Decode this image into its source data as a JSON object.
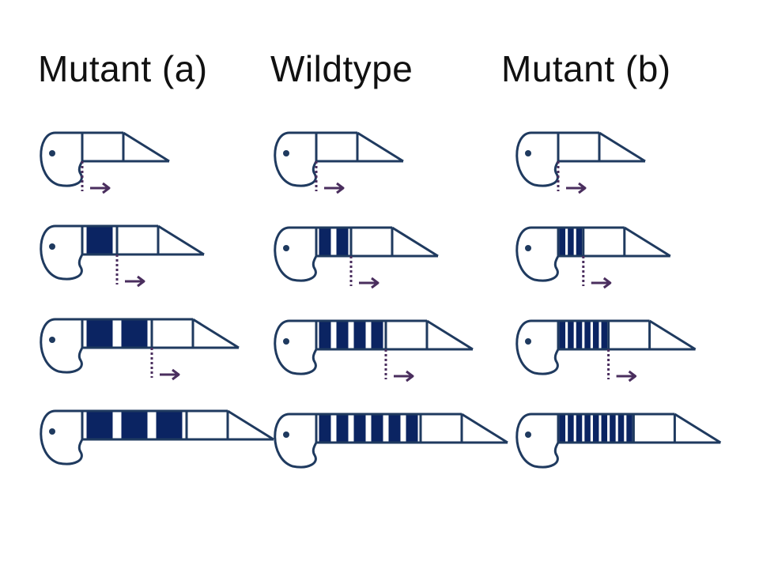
{
  "columns": [
    {
      "title": "Mutant (a)",
      "blocks_per_stage": [
        0,
        1,
        2,
        3
      ],
      "block_style": "wide"
    },
    {
      "title": "Wildtype",
      "blocks_per_stage": [
        0,
        2,
        4,
        6
      ],
      "block_style": "medium"
    },
    {
      "title": "Mutant (b)",
      "blocks_per_stage": [
        0,
        3,
        6,
        9
      ],
      "block_style": "narrow"
    }
  ],
  "colors": {
    "outline": "#1f3a5f",
    "block_fill": "#0b2462",
    "arrow": "#4a2e5e",
    "text": "#111111"
  }
}
